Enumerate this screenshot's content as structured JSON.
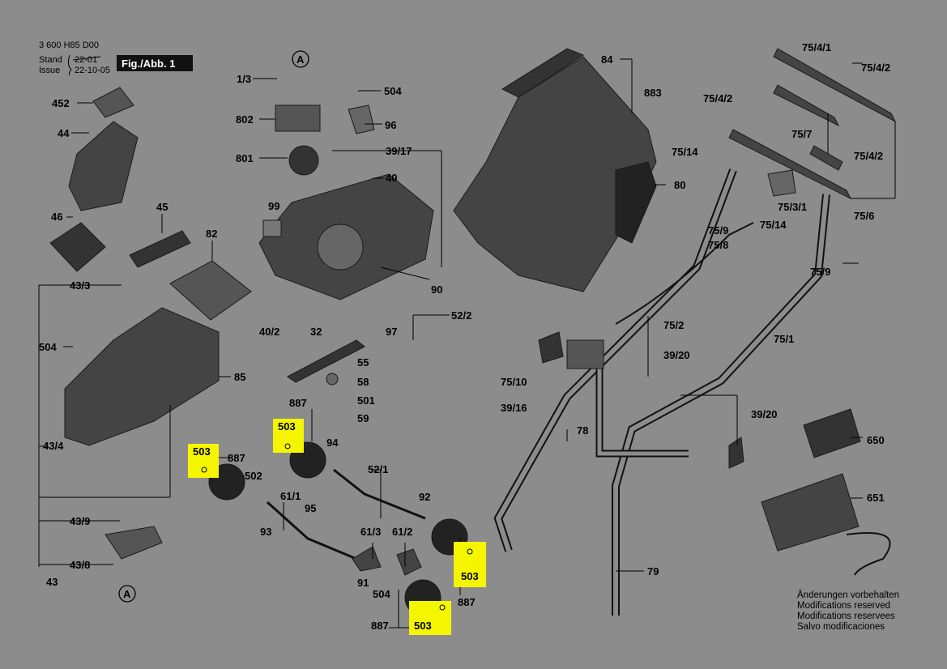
{
  "header": {
    "doc_number": "3 600 H85 D00",
    "stand_label": "Stand",
    "stand_date": "22-01",
    "issue_label": "Issue",
    "issue_date": "22-10-05",
    "figure_label": "Fig./Abb. 1"
  },
  "notes": [
    "Änderungen vorbehalten",
    "Modifications reserved",
    "Modifications reservees",
    "Salvo modificaciones"
  ],
  "marker_a": "A",
  "highlight_color": "#f5f500",
  "part_labels": {
    "p1_3": "1/3",
    "p802": "802",
    "p801": "801",
    "p99": "99",
    "p504_top": "504",
    "p96": "96",
    "p39_17": "39/17",
    "p40": "40",
    "p90": "90",
    "p52_2": "52/2",
    "p97": "97",
    "p32": "32",
    "p40_2": "40/2",
    "p55": "55",
    "p58": "58",
    "p501": "501",
    "p59": "59",
    "p452": "452",
    "p44": "44",
    "p46": "46",
    "p45": "45",
    "p82": "82",
    "p43_3": "43/3",
    "p504_left": "504",
    "p85": "85",
    "p43_4": "43/4",
    "p43_9": "43/9",
    "p43_8": "43/8",
    "p43": "43",
    "p503_a": "503",
    "p887_a": "887",
    "p502": "502",
    "p887_b": "887",
    "p503_b": "503",
    "p94": "94",
    "p52_1": "52/1",
    "p92": "92",
    "p61_1": "61/1",
    "p95": "95",
    "p93": "93",
    "p61_3": "61/3",
    "p61_2": "61/2",
    "p91": "91",
    "p504_bottom": "504",
    "p887_c": "887",
    "p503_c": "503",
    "p503_d": "503",
    "p887_d": "887",
    "p84": "84",
    "p883": "883",
    "p80": "80",
    "p75_4_1": "75/4/1",
    "p75_4_2_a": "75/4/2",
    "p75_4_2_b": "75/4/2",
    "p75_7": "75/7",
    "p75_14_a": "75/14",
    "p75_4_2_c": "75/4/2",
    "p75_3_1": "75/3/1",
    "p75_6": "75/6",
    "p75_9_a": "75/9",
    "p75_8": "75/8",
    "p75_14_b": "75/14",
    "p75_9_b": "75/9",
    "p75_2": "75/2",
    "p75_1": "75/1",
    "p39_20_a": "39/20",
    "p75_10": "75/10",
    "p39_16": "39/16",
    "p78": "78",
    "p39_20_b": "39/20",
    "p650": "650",
    "p651": "651",
    "p79": "79"
  }
}
